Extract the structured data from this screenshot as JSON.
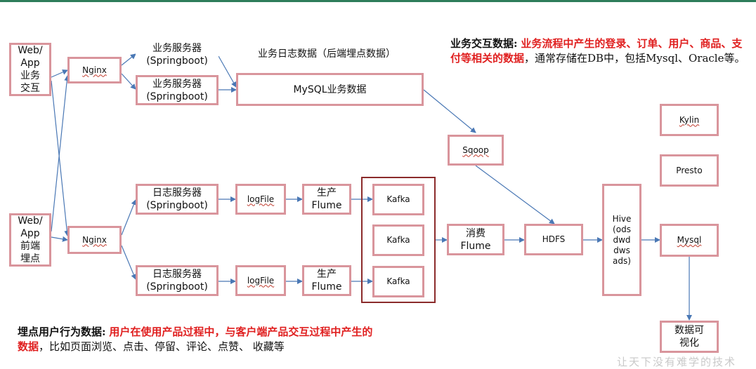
{
  "nodes": {
    "web_app_interact": "Web/\nApp\n业务\n交互",
    "web_app_track": "Web/\nApp\n前端\n埋点",
    "nginx_top": "Nginx",
    "nginx_bottom": "Nginx",
    "biz_server_1": "业务服务器\n(Springboot)",
    "biz_server_2": "业务服务器\n(Springboot)",
    "mysql_biz": "MySQL业务数据",
    "log_server_1": "日志服务器\n(Springboot)",
    "log_server_2": "日志服务器\n(Springboot)",
    "logfile_1": "logFile",
    "logfile_2": "logFile",
    "producer_flume_1": "生产\nFlume",
    "producer_flume_2": "生产\nFlume",
    "kafka_1": "Kafka",
    "kafka_2": "Kafka",
    "kafka_3": "Kafka",
    "sqoop": "Sqoop",
    "consumer_flume": "消费\nFlume",
    "hdfs": "HDFS",
    "hive": "Hive\n(ods\ndwd\ndws\nads)",
    "mysql_out": "Mysql",
    "kylin": "Kylin",
    "presto": "Presto",
    "visualization": "数据可\n视化"
  },
  "labels": {
    "biz_log_caption": "业务日志数据（后端埋点数据）"
  },
  "notes": {
    "biz": {
      "title": "业务交互数据:",
      "highlight": "业务流程中产生的登录、订单、用户、商品、支付等相关的数据",
      "rest": "，通常存储在DB中，包括Mysql、Oracle等。"
    },
    "track": {
      "title": "埋点用户行为数据:",
      "highlight": "用户在使用产品过程中，与客户端产品交互过程中产生的数据",
      "rest": "，比如页面浏览、点击、停留、评论、点赞、 收藏等"
    }
  },
  "watermark": "让天下没有难学的技术",
  "colors": {
    "box_border": "#d9959c",
    "kafka_group_border": "#8b2b2b",
    "arrow": "#4a78b5",
    "highlight_text": "#e02020",
    "top_bar": "#2e7d5b"
  }
}
